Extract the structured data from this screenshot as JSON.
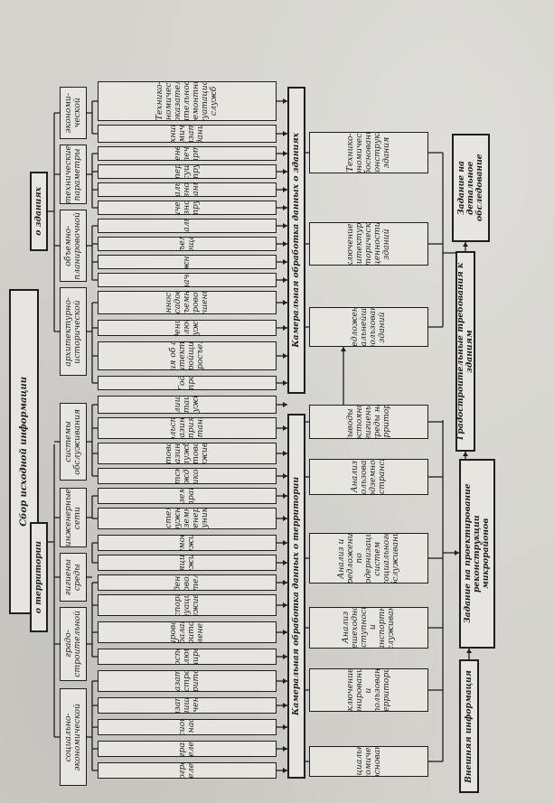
{
  "root": "Сбор исходной информации",
  "groups": {
    "territory": "о территории",
    "buildings": "о зданиях"
  },
  "territory_categories": [
    "социально-\nэкономической",
    "градо-\nстроительной",
    "гигиены\nсреды",
    "инженерные\nсети",
    "системы\nобслуживания"
  ],
  "building_categories": [
    "архитектурно-\nисторической",
    "объемно-\nпланировочной",
    "технические\nпараметры",
    "экономи-\nческой"
  ],
  "territory_items": [
    "Демография населения",
    "Миграция населения",
    "Профессиональный состав населения",
    "Показатели жилищной обеспеченности",
    "Показатели благоустройства\nтерритории",
    "Ретроспекция эволюции планировки",
    "Зонирование и баланс территории,\nозеленение",
    "Транспортная ситуация и\nобслуживание",
    "Сведения о новом строительстве",
    "Инсоляционный режим",
    "Шумовой режим",
    "Системы наружных подземных\nинженерных коммуникаций",
    "Подземное пространство",
    "Детские учреждения и школы",
    "Промтоварные магазины и служба\nбытового обслуживания",
    "Продовольственные магазины и\nпредприятия питания",
    "Жилищно-эксплуатационные\nслужбы"
  ],
  "building_items": [
    "Год постройки",
    "Сведения об авторе-архитекторе,\nзастройщиках и квартиросъемщиках",
    "Сведения об эволюции сооружения",
    "Ценность фасадов и объемно-\nпланировочного решения",
    "Назначение",
    "Этажность",
    "Объем и площадь",
    "Капитальность",
    "Физический износ конструкций",
    "Моральный износ здания",
    "Материал несущих конструкций",
    "Инженерное обеспечение квартир",
    "Технико-экономические показатели\nзданий",
    "Технико-экономические показатели\nдеятельности ремонтно-\nэксплуатационных служб"
  ],
  "bars": {
    "territory": "Камеральная обработка данных о территории",
    "buildings": "Камеральная обработка данных о зданиях"
  },
  "territory_analyses": [
    "Социально-экономическое\nобоснование",
    "Заключение о зонировании\nи использовании территории",
    "Анализ пешеходной доступности\nи транспортного обслуживания",
    "Анализ и предложения\nпо модернизации систем\nсоциального обслуживания",
    "Анализ использования\nподземного пространства",
    "Выводы о состоянии гигиены\nсреды на территории"
  ],
  "building_analyses": [
    "Предложение о дальнейшем\nиспользовании зданий",
    "Заключение об архитектурно-\nисторической ценности зданий",
    "Технико-экономическое\nобоснование реконструкции\nздания"
  ],
  "external_info": "Внешняя информация",
  "design_task": "Задание на проектирование реконструкции\nмикрорайонов",
  "requirements": "Градостроительные требования к зданиям",
  "detail_task": "Задание на детальное\nобследование"
}
